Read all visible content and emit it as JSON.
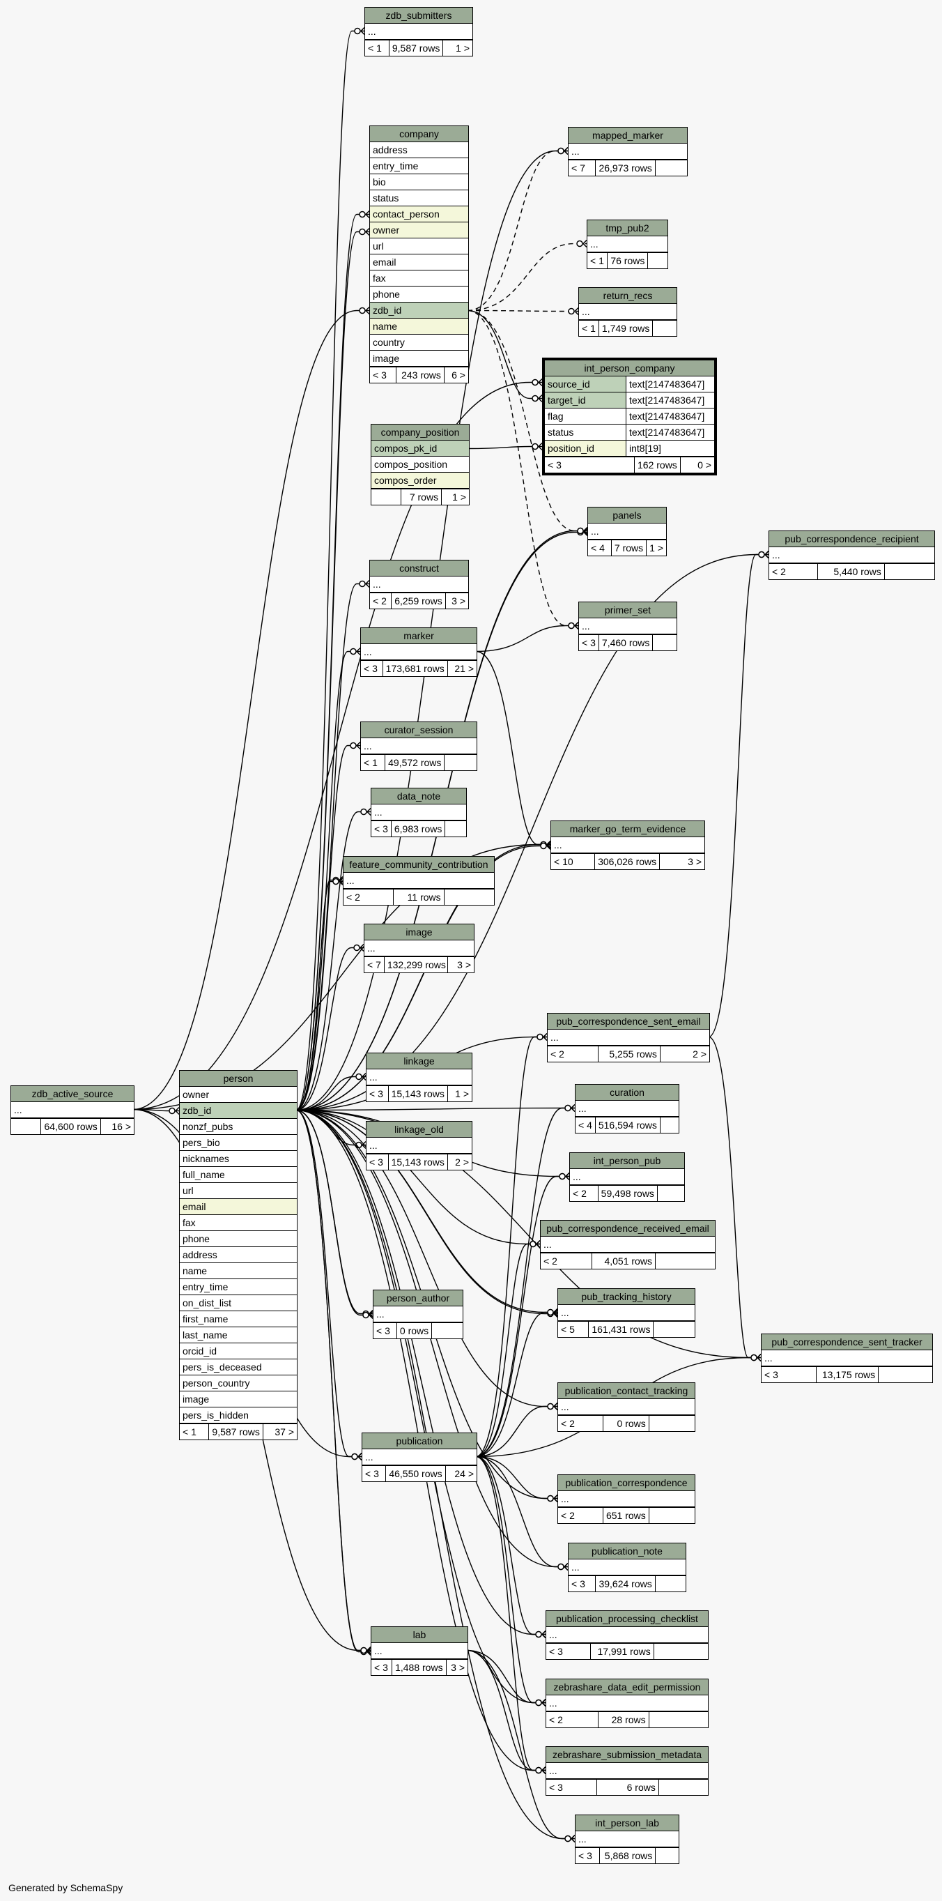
{
  "footer_text": "Generated by SchemaSpy",
  "colors": {
    "header": "#9bab96",
    "primary_key": "#bed1b8",
    "foreign_key": "#f4f7da",
    "background": "#f7f7f7"
  },
  "tables": [
    {
      "id": "zdb_submitters",
      "name": "zdb_submitters",
      "columns": [
        {
          "name": "..."
        }
      ],
      "footer": {
        "parents": "< 1",
        "rows": "9,587 rows",
        "children": "1 >"
      }
    },
    {
      "id": "company",
      "name": "company",
      "columns": [
        {
          "name": "address"
        },
        {
          "name": "entry_time"
        },
        {
          "name": "bio"
        },
        {
          "name": "status"
        },
        {
          "name": "contact_person",
          "key": "fk"
        },
        {
          "name": "owner",
          "key": "fk"
        },
        {
          "name": "url"
        },
        {
          "name": "email"
        },
        {
          "name": "fax"
        },
        {
          "name": "phone"
        },
        {
          "name": "zdb_id",
          "key": "pk"
        },
        {
          "name": "name",
          "key": "fk"
        },
        {
          "name": "country"
        },
        {
          "name": "image"
        }
      ],
      "footer": {
        "parents": "< 3",
        "rows": "243 rows",
        "children": "6 >"
      }
    },
    {
      "id": "mapped_marker",
      "name": "mapped_marker",
      "columns": [
        {
          "name": "..."
        }
      ],
      "footer": {
        "parents": "< 7",
        "rows": "26,973 rows",
        "children": ""
      }
    },
    {
      "id": "tmp_pub2",
      "name": "tmp_pub2",
      "columns": [
        {
          "name": "..."
        }
      ],
      "footer": {
        "parents": "< 1",
        "rows": "76 rows",
        "children": ""
      }
    },
    {
      "id": "return_recs",
      "name": "return_recs",
      "columns": [
        {
          "name": "..."
        }
      ],
      "footer": {
        "parents": "< 1",
        "rows": "1,749 rows",
        "children": ""
      }
    },
    {
      "id": "int_person_company",
      "name": "int_person_company",
      "bold": true,
      "columns": [
        {
          "name": "source_id",
          "key": "pk",
          "type": "text[2147483647]"
        },
        {
          "name": "target_id",
          "key": "pk",
          "type": "text[2147483647]"
        },
        {
          "name": "flag",
          "type": "text[2147483647]"
        },
        {
          "name": "status",
          "type": "text[2147483647]"
        },
        {
          "name": "position_id",
          "key": "fk",
          "type": "int8[19]"
        }
      ],
      "footer": {
        "parents": "< 3",
        "rows": "162 rows",
        "children": "0 >"
      }
    },
    {
      "id": "company_position",
      "name": "company_position",
      "columns": [
        {
          "name": "compos_pk_id",
          "key": "pk"
        },
        {
          "name": "compos_position"
        },
        {
          "name": "compos_order",
          "key": "fk"
        }
      ],
      "footer": {
        "parents": "",
        "rows": "7 rows",
        "children": "1 >"
      }
    },
    {
      "id": "panels",
      "name": "panels",
      "columns": [
        {
          "name": "..."
        }
      ],
      "footer": {
        "parents": "< 4",
        "rows": "7 rows",
        "children": "1 >"
      }
    },
    {
      "id": "pub_correspondence_recipient",
      "name": "pub_correspondence_recipient",
      "columns": [
        {
          "name": "..."
        }
      ],
      "footer": {
        "parents": "< 2",
        "rows": "5,440 rows",
        "children": ""
      }
    },
    {
      "id": "construct",
      "name": "construct",
      "columns": [
        {
          "name": "..."
        }
      ],
      "footer": {
        "parents": "< 2",
        "rows": "6,259 rows",
        "children": "3 >"
      }
    },
    {
      "id": "primer_set",
      "name": "primer_set",
      "columns": [
        {
          "name": "..."
        }
      ],
      "footer": {
        "parents": "< 3",
        "rows": "7,460 rows",
        "children": ""
      }
    },
    {
      "id": "marker",
      "name": "marker",
      "columns": [
        {
          "name": "..."
        }
      ],
      "footer": {
        "parents": "< 3",
        "rows": "173,681 rows",
        "children": "21 >"
      }
    },
    {
      "id": "curator_session",
      "name": "curator_session",
      "columns": [
        {
          "name": "..."
        }
      ],
      "footer": {
        "parents": "< 1",
        "rows": "49,572 rows",
        "children": ""
      }
    },
    {
      "id": "data_note",
      "name": "data_note",
      "columns": [
        {
          "name": "..."
        }
      ],
      "footer": {
        "parents": "< 3",
        "rows": "6,983 rows",
        "children": ""
      }
    },
    {
      "id": "marker_go_term_evidence",
      "name": "marker_go_term_evidence",
      "columns": [
        {
          "name": "..."
        }
      ],
      "footer": {
        "parents": "< 10",
        "rows": "306,026 rows",
        "children": "3 >"
      }
    },
    {
      "id": "feature_community_contribution",
      "name": "feature_community_contribution",
      "columns": [
        {
          "name": "..."
        }
      ],
      "footer": {
        "parents": "< 2",
        "rows": "11 rows",
        "children": ""
      }
    },
    {
      "id": "image",
      "name": "image",
      "columns": [
        {
          "name": "..."
        }
      ],
      "footer": {
        "parents": "< 7",
        "rows": "132,299 rows",
        "children": "3 >"
      }
    },
    {
      "id": "pub_correspondence_sent_email",
      "name": "pub_correspondence_sent_email",
      "columns": [
        {
          "name": "..."
        }
      ],
      "footer": {
        "parents": "< 2",
        "rows": "5,255 rows",
        "children": "2 >"
      }
    },
    {
      "id": "linkage",
      "name": "linkage",
      "columns": [
        {
          "name": "..."
        }
      ],
      "footer": {
        "parents": "< 3",
        "rows": "15,143 rows",
        "children": "1 >"
      }
    },
    {
      "id": "zdb_active_source",
      "name": "zdb_active_source",
      "columns": [
        {
          "name": "..."
        }
      ],
      "footer": {
        "parents": "",
        "rows": "64,600 rows",
        "children": "16 >"
      }
    },
    {
      "id": "person",
      "name": "person",
      "columns": [
        {
          "name": "owner"
        },
        {
          "name": "zdb_id",
          "key": "pk"
        },
        {
          "name": "nonzf_pubs"
        },
        {
          "name": "pers_bio"
        },
        {
          "name": "nicknames"
        },
        {
          "name": "full_name"
        },
        {
          "name": "url"
        },
        {
          "name": "email",
          "key": "fk"
        },
        {
          "name": "fax"
        },
        {
          "name": "phone"
        },
        {
          "name": "address"
        },
        {
          "name": "name"
        },
        {
          "name": "entry_time"
        },
        {
          "name": "on_dist_list"
        },
        {
          "name": "first_name"
        },
        {
          "name": "last_name"
        },
        {
          "name": "orcid_id"
        },
        {
          "name": "pers_is_deceased"
        },
        {
          "name": "person_country"
        },
        {
          "name": "image"
        },
        {
          "name": "pers_is_hidden"
        }
      ],
      "footer": {
        "parents": "< 1",
        "rows": "9,587 rows",
        "children": "37 >"
      }
    },
    {
      "id": "curation",
      "name": "curation",
      "columns": [
        {
          "name": "..."
        }
      ],
      "footer": {
        "parents": "< 4",
        "rows": "516,594 rows",
        "children": ""
      }
    },
    {
      "id": "linkage_old",
      "name": "linkage_old",
      "columns": [
        {
          "name": "..."
        }
      ],
      "footer": {
        "parents": "< 3",
        "rows": "15,143 rows",
        "children": "2 >"
      }
    },
    {
      "id": "int_person_pub",
      "name": "int_person_pub",
      "columns": [
        {
          "name": "..."
        }
      ],
      "footer": {
        "parents": "< 2",
        "rows": "59,498 rows",
        "children": ""
      }
    },
    {
      "id": "pub_correspondence_received_email",
      "name": "pub_correspondence_received_email",
      "columns": [
        {
          "name": "..."
        }
      ],
      "footer": {
        "parents": "< 2",
        "rows": "4,051 rows",
        "children": ""
      }
    },
    {
      "id": "person_author",
      "name": "person_author",
      "columns": [
        {
          "name": "..."
        }
      ],
      "footer": {
        "parents": "< 3",
        "rows": "0 rows",
        "children": ""
      }
    },
    {
      "id": "pub_tracking_history",
      "name": "pub_tracking_history",
      "columns": [
        {
          "name": "..."
        }
      ],
      "footer": {
        "parents": "< 5",
        "rows": "161,431 rows",
        "children": ""
      }
    },
    {
      "id": "pub_correspondence_sent_tracker",
      "name": "pub_correspondence_sent_tracker",
      "columns": [
        {
          "name": "..."
        }
      ],
      "footer": {
        "parents": "< 3",
        "rows": "13,175 rows",
        "children": ""
      }
    },
    {
      "id": "publication_contact_tracking",
      "name": "publication_contact_tracking",
      "columns": [
        {
          "name": "..."
        }
      ],
      "footer": {
        "parents": "< 2",
        "rows": "0 rows",
        "children": ""
      }
    },
    {
      "id": "publication",
      "name": "publication",
      "columns": [
        {
          "name": "..."
        }
      ],
      "footer": {
        "parents": "< 3",
        "rows": "46,550 rows",
        "children": "24 >"
      }
    },
    {
      "id": "publication_correspondence",
      "name": "publication_correspondence",
      "columns": [
        {
          "name": "..."
        }
      ],
      "footer": {
        "parents": "< 2",
        "rows": "651 rows",
        "children": ""
      }
    },
    {
      "id": "publication_note",
      "name": "publication_note",
      "columns": [
        {
          "name": "..."
        }
      ],
      "footer": {
        "parents": "< 3",
        "rows": "39,624 rows",
        "children": ""
      }
    },
    {
      "id": "publication_processing_checklist",
      "name": "publication_processing_checklist",
      "columns": [
        {
          "name": "..."
        }
      ],
      "footer": {
        "parents": "< 3",
        "rows": "17,991 rows",
        "children": ""
      }
    },
    {
      "id": "lab",
      "name": "lab",
      "columns": [
        {
          "name": "..."
        }
      ],
      "footer": {
        "parents": "< 3",
        "rows": "1,488 rows",
        "children": "3 >"
      }
    },
    {
      "id": "zebrashare_data_edit_permission",
      "name": "zebrashare_data_edit_permission",
      "columns": [
        {
          "name": "..."
        }
      ],
      "footer": {
        "parents": "< 2",
        "rows": "28 rows",
        "children": ""
      }
    },
    {
      "id": "zebrashare_submission_metadata",
      "name": "zebrashare_submission_metadata",
      "columns": [
        {
          "name": "..."
        }
      ],
      "footer": {
        "parents": "< 3",
        "rows": "6 rows",
        "children": ""
      }
    },
    {
      "id": "int_person_lab",
      "name": "int_person_lab",
      "columns": [
        {
          "name": "..."
        }
      ],
      "footer": {
        "parents": "< 3",
        "rows": "5,868 rows",
        "children": ""
      }
    }
  ],
  "relationships": [
    {
      "from": "person",
      "to": "zdb_submitters"
    },
    {
      "from": "person",
      "to": "company",
      "col": 4
    },
    {
      "from": "person",
      "to": "company",
      "col": 5
    },
    {
      "from": "zdb_active_source",
      "to": "company",
      "col": 10
    },
    {
      "from": "person",
      "to": "mapped_marker"
    },
    {
      "from": "company",
      "to": "mapped_marker",
      "dashed": true
    },
    {
      "from": "company",
      "to": "tmp_pub2",
      "dashed": true
    },
    {
      "from": "company",
      "to": "return_recs",
      "dashed": true
    },
    {
      "from": "zdb_active_source",
      "to": "int_person_company",
      "col": 0
    },
    {
      "from": "company",
      "to": "int_person_company",
      "col": 1
    },
    {
      "from": "company_position",
      "to": "int_person_company",
      "col": 4
    },
    {
      "from": "person",
      "to": "panels"
    },
    {
      "from": "person",
      "to": "panels"
    },
    {
      "from": "company",
      "to": "panels",
      "dashed": true
    },
    {
      "from": "person",
      "to": "pub_correspondence_recipient"
    },
    {
      "from": "person",
      "to": "construct"
    },
    {
      "from": "person",
      "to": "marker"
    },
    {
      "from": "marker",
      "to": "primer_set"
    },
    {
      "from": "company",
      "to": "primer_set",
      "dashed": true
    },
    {
      "from": "person",
      "to": "curator_session"
    },
    {
      "from": "person",
      "to": "data_note"
    },
    {
      "from": "marker",
      "to": "marker_go_term_evidence"
    },
    {
      "from": "zdb_active_source",
      "to": "marker_go_term_evidence"
    },
    {
      "from": "person",
      "to": "marker_go_term_evidence"
    },
    {
      "from": "person",
      "to": "marker_go_term_evidence"
    },
    {
      "from": "person",
      "to": "feature_community_contribution"
    },
    {
      "from": "person",
      "to": "feature_community_contribution"
    },
    {
      "from": "person",
      "to": "image"
    },
    {
      "from": "person",
      "to": "pub_correspondence_sent_email"
    },
    {
      "from": "publication",
      "to": "pub_correspondence_sent_email"
    },
    {
      "from": "pub_correspondence_sent_email",
      "to": "pub_correspondence_recipient"
    },
    {
      "from": "person",
      "to": "linkage"
    },
    {
      "from": "zdb_active_source",
      "to": "person",
      "col": 1
    },
    {
      "from": "person",
      "to": "curation"
    },
    {
      "from": "publication",
      "to": "curation"
    },
    {
      "from": "person",
      "to": "linkage_old"
    },
    {
      "from": "person",
      "to": "int_person_pub"
    },
    {
      "from": "publication",
      "to": "int_person_pub"
    },
    {
      "from": "person",
      "to": "pub_correspondence_received_email"
    },
    {
      "from": "publication",
      "to": "pub_correspondence_received_email"
    },
    {
      "from": "person",
      "to": "person_author"
    },
    {
      "from": "person",
      "to": "person_author"
    },
    {
      "from": "person",
      "to": "pub_tracking_history"
    },
    {
      "from": "person",
      "to": "pub_tracking_history"
    },
    {
      "from": "publication",
      "to": "pub_tracking_history"
    },
    {
      "from": "person",
      "to": "pub_correspondence_sent_tracker"
    },
    {
      "from": "publication",
      "to": "pub_correspondence_sent_tracker"
    },
    {
      "from": "pub_correspondence_sent_email",
      "to": "pub_correspondence_sent_tracker"
    },
    {
      "from": "person",
      "to": "publication_contact_tracking"
    },
    {
      "from": "publication",
      "to": "publication_contact_tracking"
    },
    {
      "from": "person",
      "to": "publication"
    },
    {
      "from": "zdb_active_source",
      "to": "publication"
    },
    {
      "from": "person",
      "to": "publication_correspondence"
    },
    {
      "from": "publication",
      "to": "publication_correspondence"
    },
    {
      "from": "person",
      "to": "publication_note"
    },
    {
      "from": "publication",
      "to": "publication_note"
    },
    {
      "from": "person",
      "to": "publication_processing_checklist"
    },
    {
      "from": "publication",
      "to": "publication_processing_checklist"
    },
    {
      "from": "person",
      "to": "lab"
    },
    {
      "from": "person",
      "to": "lab"
    },
    {
      "from": "zdb_active_source",
      "to": "lab"
    },
    {
      "from": "person",
      "to": "zebrashare_data_edit_permission"
    },
    {
      "from": "publication",
      "to": "zebrashare_data_edit_permission"
    },
    {
      "from": "lab",
      "to": "zebrashare_data_edit_permission"
    },
    {
      "from": "person",
      "to": "zebrashare_submission_metadata"
    },
    {
      "from": "publication",
      "to": "zebrashare_submission_metadata"
    },
    {
      "from": "lab",
      "to": "zebrashare_submission_metadata"
    },
    {
      "from": "person",
      "to": "int_person_lab"
    },
    {
      "from": "lab",
      "to": "int_person_lab"
    }
  ]
}
